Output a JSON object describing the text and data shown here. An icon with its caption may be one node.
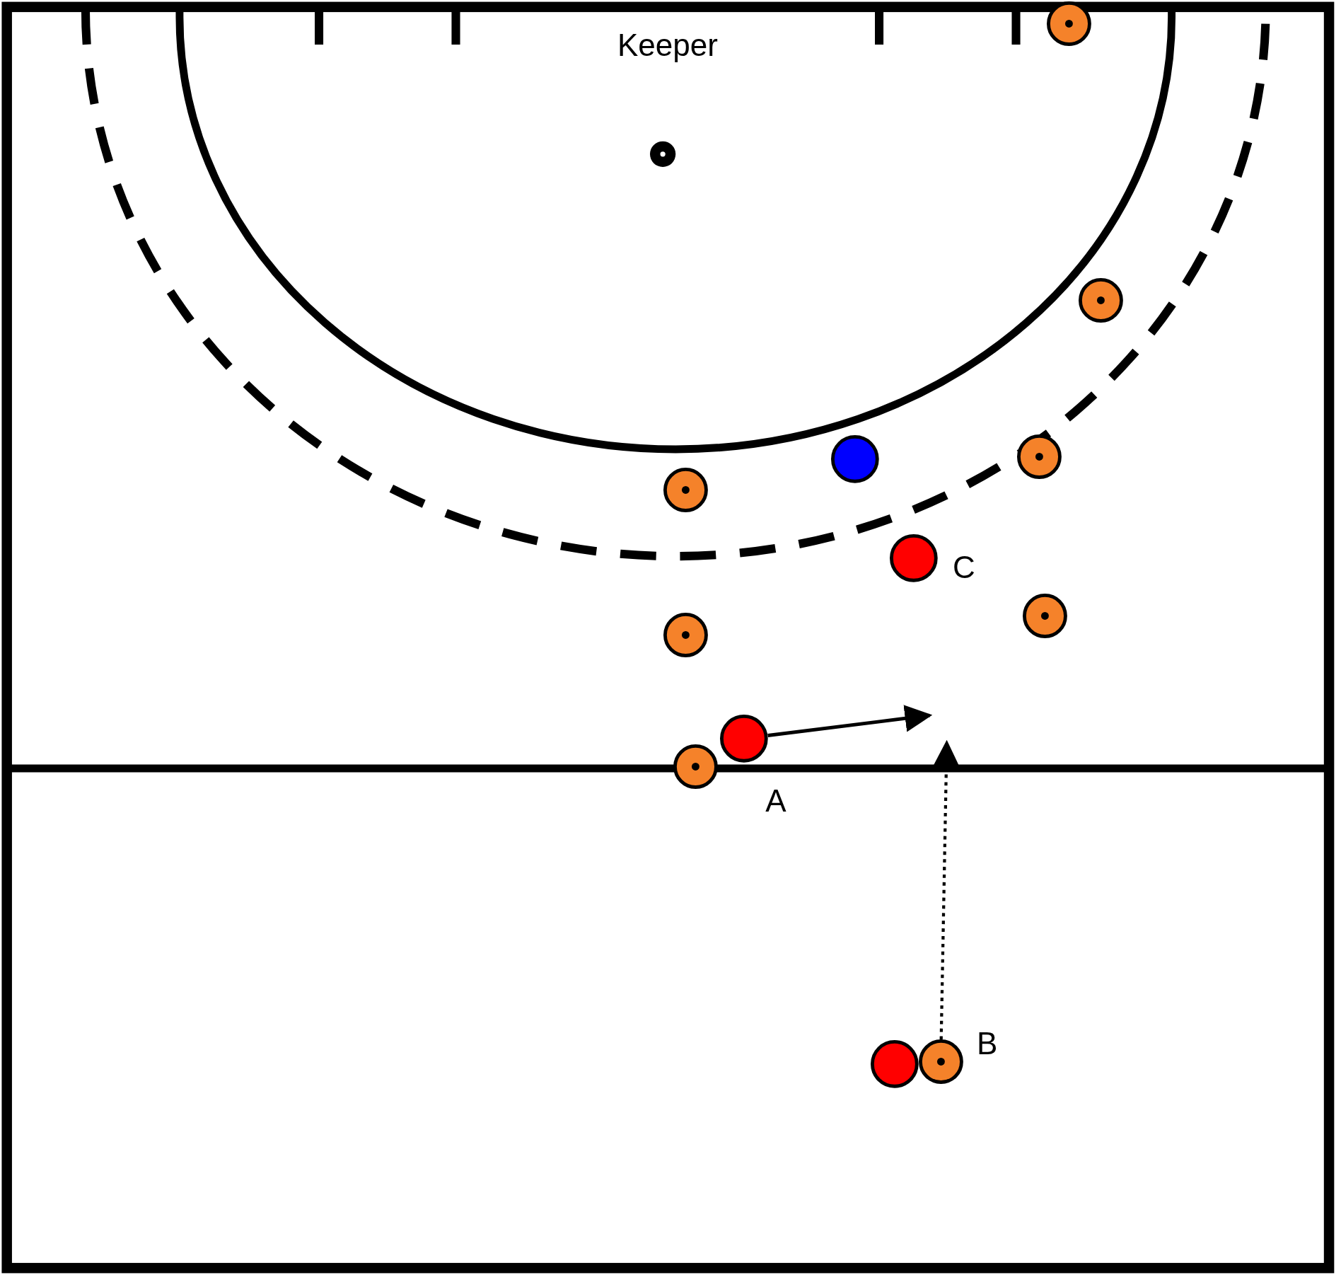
{
  "diagram": {
    "nodes": [
      {
        "text": [],
        "shape": "circle"
      },
      {
        "text": [],
        "shape": "circle"
      },
      {
        "text": [],
        "shape": "circle"
      },
      {
        "text": [],
        "shape": "circle"
      },
      {
        "text": [],
        "shape": "circle"
      },
      {
        "text": [],
        "shape": "circle",
        "beside": [
          "C"
        ]
      },
      {
        "text": [],
        "shape": "circle"
      },
      {
        "text": [],
        "shape": "circle"
      },
      {
        "text": [],
        "shape": "circle",
        "beside": [
          "A"
        ]
      },
      {
        "text": [],
        "shape": "circle"
      },
      {
        "text": [],
        "shape": "circle"
      },
      {
        "text": [],
        "shape": "circle",
        "beside": [
          "B"
        ]
      }
    ],
    "edges": [
      {
        "from": 8,
        "to": null,
        "arrow": "to"
      },
      {
        "from": 11,
        "to": null,
        "arrow": "to",
        "style": "dashed"
      }
    ],
    "labels": [
      "Keeper"
    ]
  }
}
